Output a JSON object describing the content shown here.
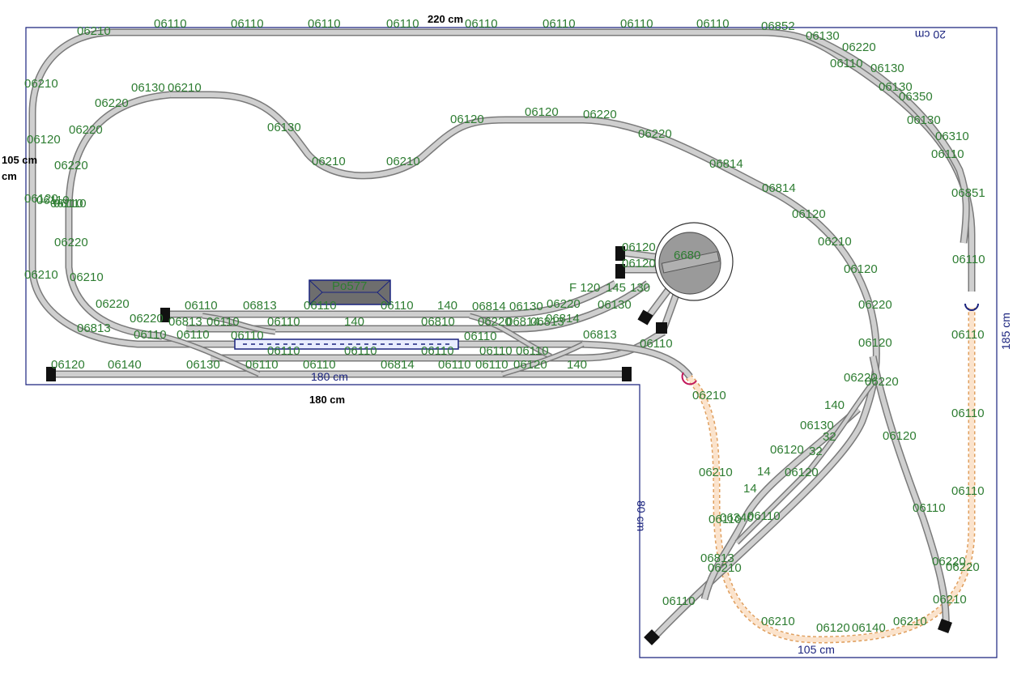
{
  "dimensions": {
    "top_width": "220 cm",
    "left_height": "105 cm",
    "left_height_line2": "cm",
    "bottom_width": "180 cm",
    "bottom_faint": "180 cm",
    "right_top": "20 cm",
    "right_depth": "185 cm",
    "leg_height": "80 cm",
    "leg_width": "105 cm"
  },
  "turntable_label": "6680",
  "shed_label": "Po577",
  "labels": [
    "06210",
    "06110",
    "06110",
    "06110",
    "06110",
    "06110",
    "06110",
    "06110",
    "06110",
    "06852",
    "06130",
    "06220",
    "06110",
    "06130",
    "06130",
    "06350",
    "06130",
    "06310",
    "06110",
    "06851",
    "06110",
    "06210",
    "06220",
    "06130",
    "06210",
    "06220",
    "06130",
    "06210",
    "06210",
    "06110",
    "06220",
    "06110",
    "06110",
    "06220",
    "06120",
    "06120",
    "06220",
    "06220",
    "06814",
    "06814",
    "06120",
    "06210",
    "06120",
    "06220",
    "06120",
    "06220",
    "06220",
    "06120",
    "06210",
    "06210",
    "06220",
    "06220",
    "06110",
    "06813",
    "06110",
    "06110",
    "140",
    "06814",
    "06130",
    "06220",
    "06813",
    "06813",
    "06110",
    "06110",
    "140",
    "06810",
    "06220",
    "06814",
    "06813",
    "06814",
    "06110",
    "06110",
    "06110",
    "06110",
    "06110",
    "06110",
    "06110",
    "06110",
    "06110",
    "06120",
    "06140",
    "06130",
    "06110",
    "06110",
    "06814",
    "06110",
    "06110",
    "06120",
    "140",
    "06813",
    "06110",
    "06210",
    "06210",
    "06110",
    "140",
    "06130",
    "32",
    "06120",
    "14",
    "32",
    "06120",
    "14",
    "06340",
    "06110",
    "06110",
    "06813",
    "06210",
    "06110",
    "06210",
    "06120",
    "06140",
    "06210",
    "06220",
    "06220",
    "06210",
    "06110",
    "06110",
    "06110",
    "06120",
    "06120",
    "F 120",
    "145",
    "130",
    "06130",
    "06120",
    "06120"
  ]
}
